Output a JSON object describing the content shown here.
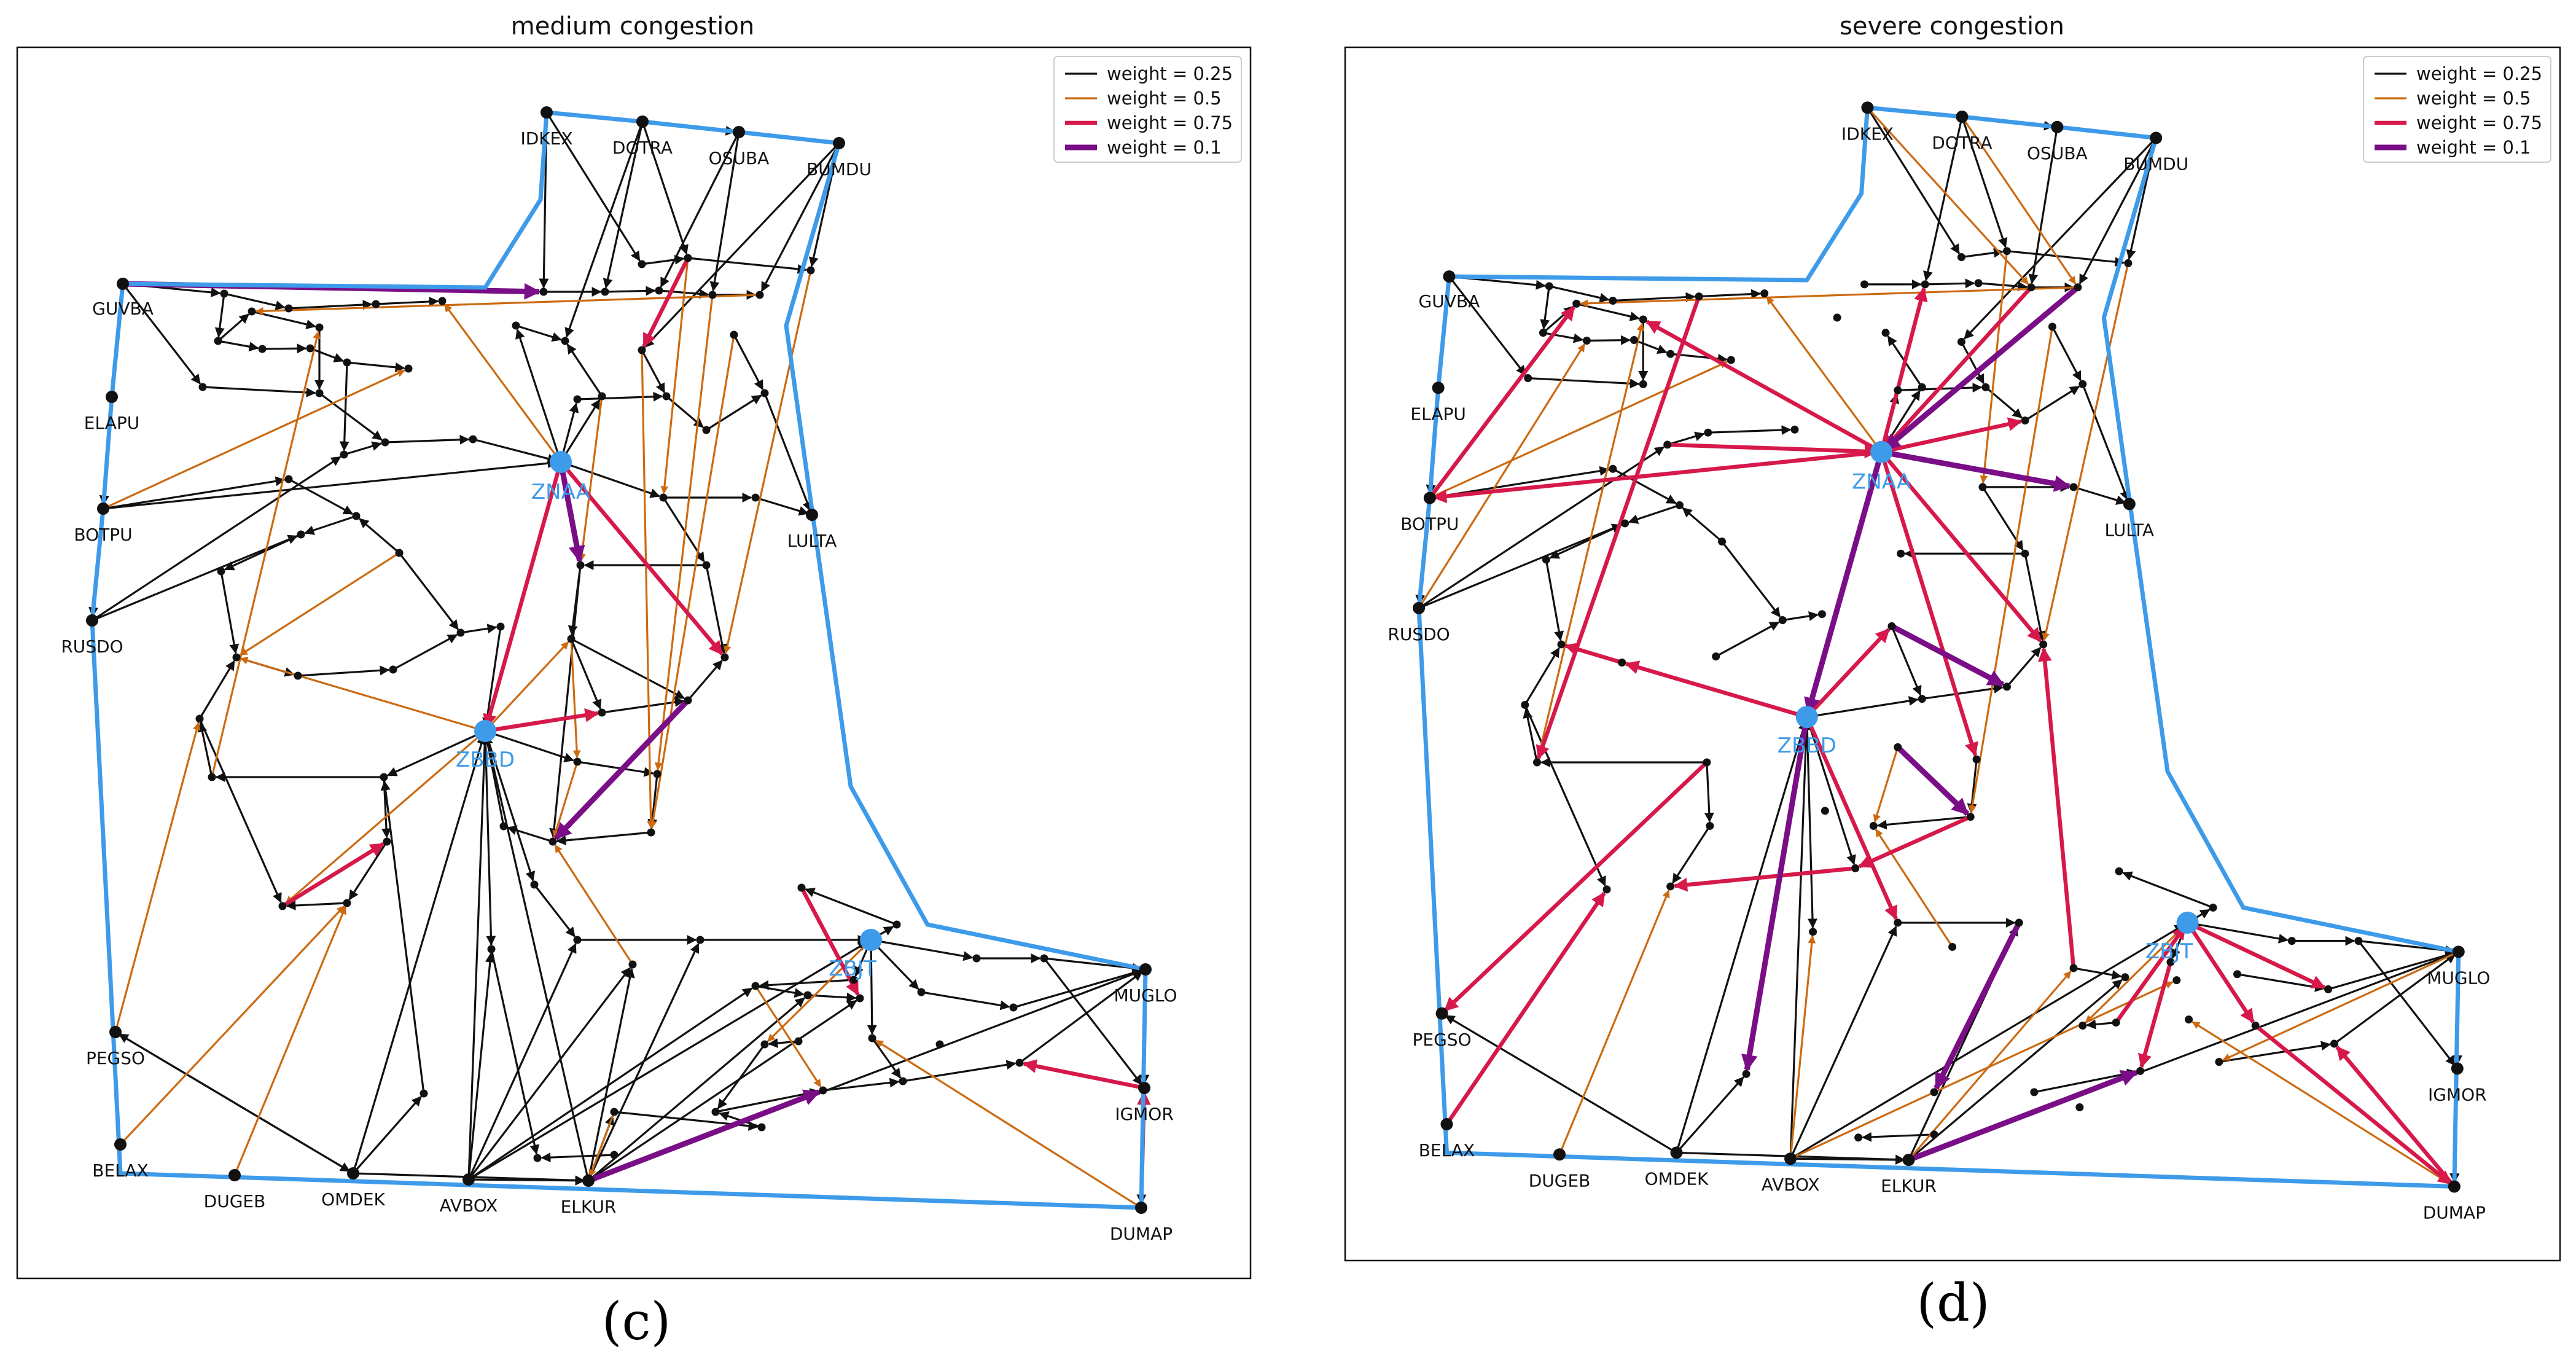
{
  "colors": {
    "boundary": "#3d9be9",
    "w025": "#111111",
    "w05": "#cc6a12",
    "w075": "#d6194a",
    "w01": "#7a0e86",
    "node": "#111111",
    "zone": "#3d9be9"
  },
  "legend": [
    {
      "label": "weight = 0.25",
      "key": "w025"
    },
    {
      "label": "weight = 0.5",
      "key": "w05"
    },
    {
      "label": "weight = 0.75",
      "key": "w075"
    },
    {
      "label": "weight = 0.1",
      "key": "w01"
    }
  ],
  "panels": [
    {
      "title": "medium congestion",
      "caption": "(c)"
    },
    {
      "title": "severe congestion",
      "caption": "(d)"
    }
  ],
  "labels": {
    "IDKEX": "IDKEX",
    "DOTRA": "DOTRA",
    "OSUBA": "OSUBA",
    "BUMDU": "BUMDU",
    "GUVBA": "GUVBA",
    "ELAPU": "ELAPU",
    "BOTPU": "BOTPU",
    "RUSDO": "RUSDO",
    "LULTA": "LULTA",
    "PEGSO": "PEGSO",
    "BELAX": "BELAX",
    "DUGEB": "DUGEB",
    "OMDEK": "OMDEK",
    "AVBOX": "AVBOX",
    "ELKUR": "ELKUR",
    "DUMAP": "DUMAP",
    "MUGLO": "MUGLO",
    "IGMOR": "IGMOR",
    "ZNAA": "ZNAA",
    "ZBBD": "ZBBD",
    "ZBJT": "ZBJT"
  }
}
